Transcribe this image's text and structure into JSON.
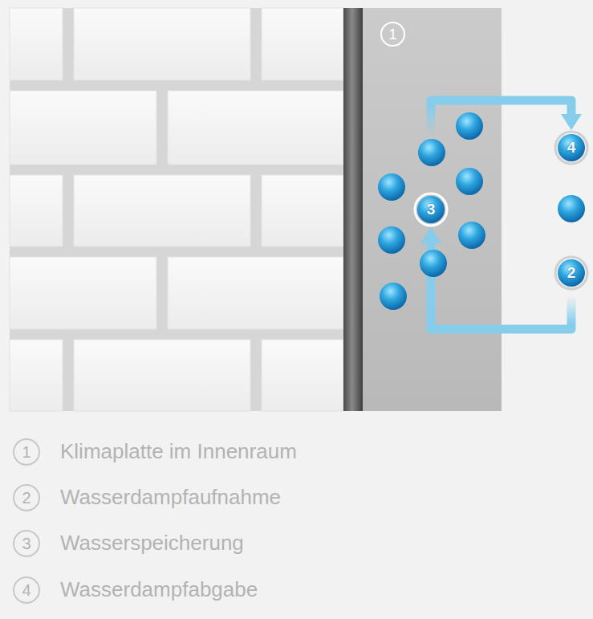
{
  "diagram": {
    "nodes": [
      {
        "text": [
          "1"
        ]
      },
      {
        "text": [
          "4"
        ]
      },
      {
        "text": [
          "3"
        ],
        "in": 0
      },
      {
        "text": [
          "2"
        ]
      }
    ],
    "edges": [
      {
        "from": 2,
        "to": 1,
        "arrow": "to"
      },
      {
        "from": 3,
        "to": 2,
        "arrow": "to"
      }
    ],
    "labels": [
      "1",
      "Klimaplatte im Innenraum",
      "2",
      "Wasserdampfaufnahme",
      "3",
      "Wasserspeicherung",
      "4",
      "Wasserdampfabgabe"
    ]
  }
}
